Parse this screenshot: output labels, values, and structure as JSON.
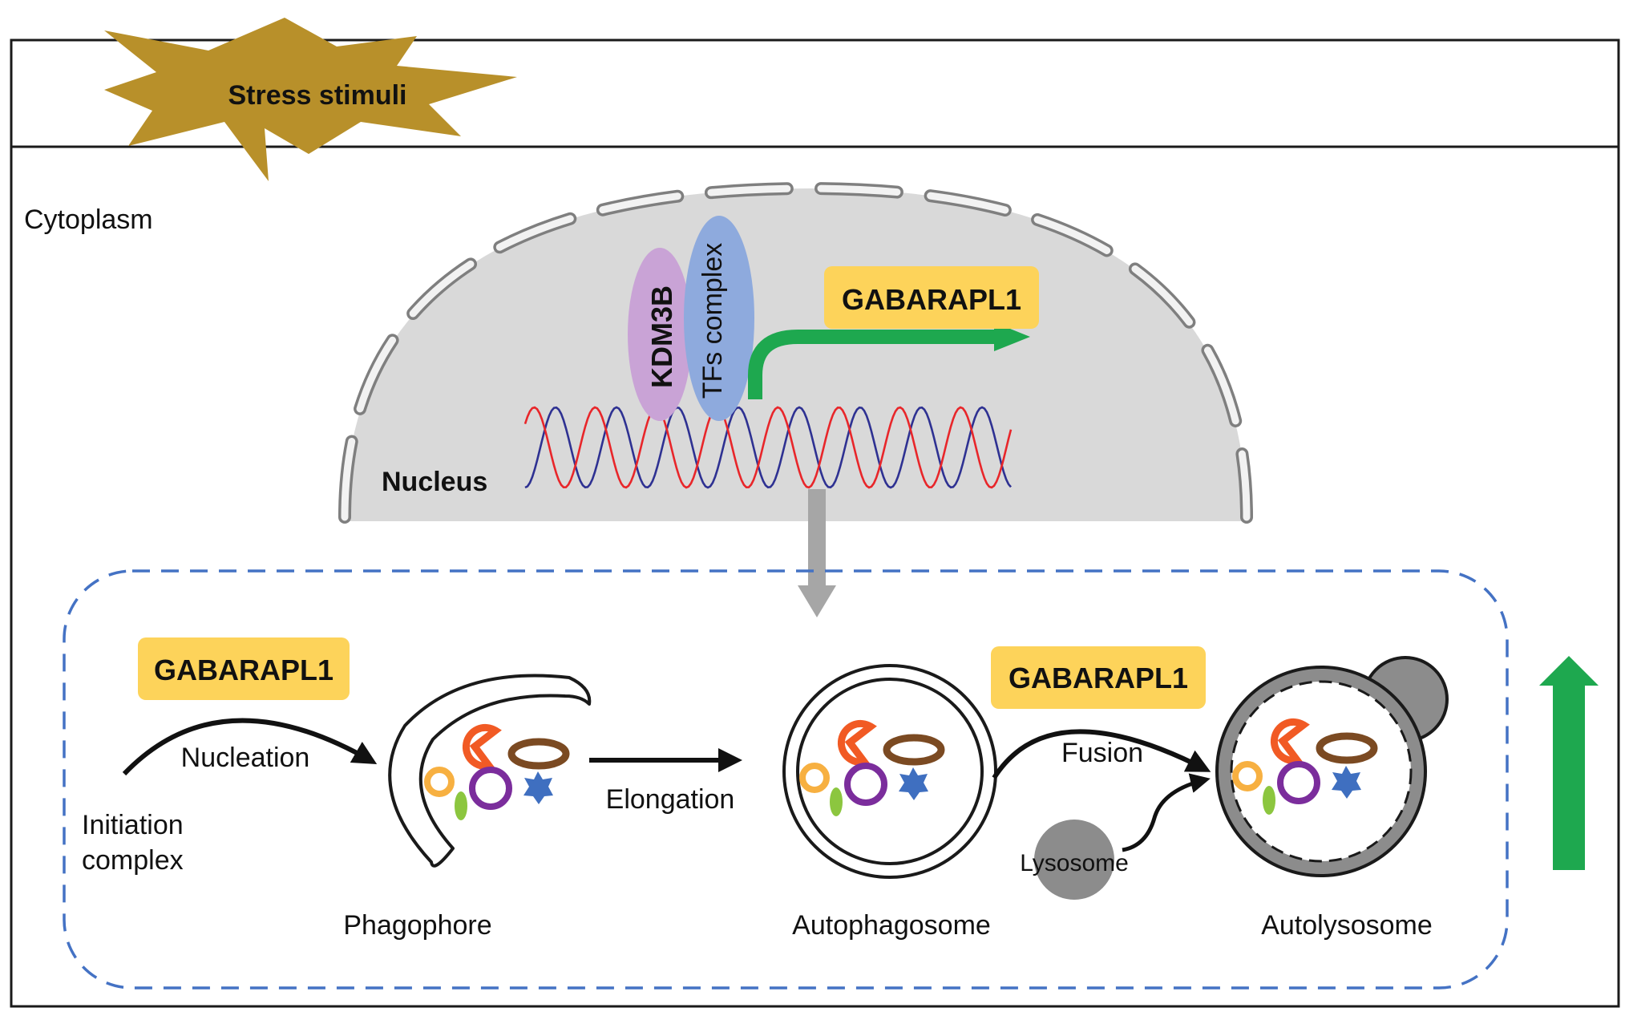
{
  "stress_label": "Stress stimuli",
  "cytoplasm_label": "Cytoplasm",
  "nucleus_label": "Nucleus",
  "kdm3b_label": "KDM3B",
  "tfs_label": "TFs complex",
  "gene_label": "GABARAPL1",
  "nucleation_label": "Nucleation",
  "initiation_label_line1": "Initiation",
  "initiation_label_line2": "complex",
  "phagophore_label": "Phagophore",
  "elongation_label": "Elongation",
  "autophagosome_label": "Autophagosome",
  "fusion_label": "Fusion",
  "lysosome_label": "Lysosome",
  "autolysosome_label": "Autolysosome",
  "colors": {
    "starburst": "#b8902a",
    "nucleus_fill": "#d9d9d9",
    "kdm3b": "#c9a3d6",
    "tfs": "#8eaadd",
    "gene_box": "#fdd35a",
    "transcription_arrow": "#1ea84f",
    "up_arrow": "#1ea84f",
    "down_arrow": "#a6a6a6",
    "dashed_box": "#4472c4",
    "dna_strand_a": "#2e3192",
    "dna_strand_b": "#e8262a",
    "lysosome": "#8c8c8c",
    "cargo_orange": "#f15a24",
    "cargo_brown": "#7b4a22",
    "cargo_yellow": "#f7b041",
    "cargo_purple": "#7b2d9c",
    "cargo_blue": "#3f6fc0",
    "cargo_green": "#8cc63f"
  },
  "icons": {
    "stress": "starburst",
    "up_regulation": "up-arrow-icon",
    "flow_down": "down-arrow-icon"
  }
}
